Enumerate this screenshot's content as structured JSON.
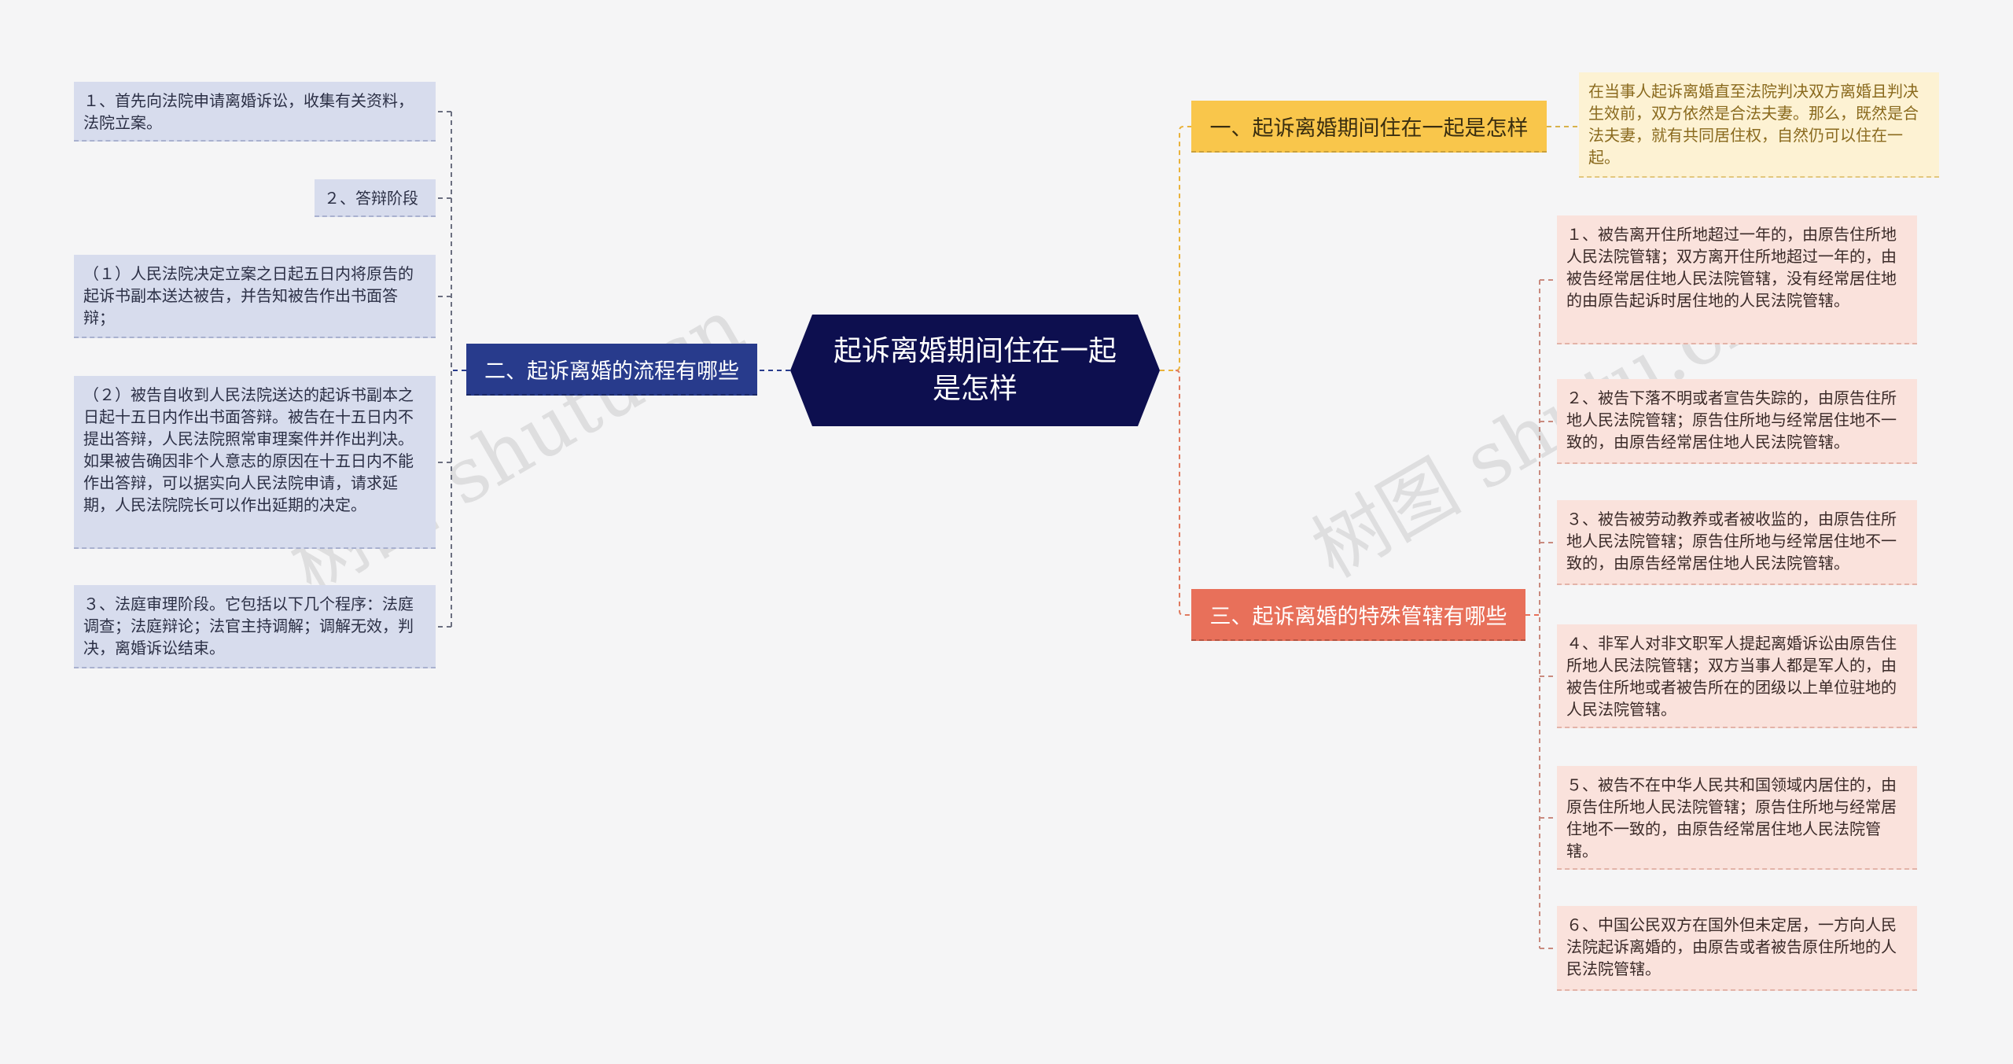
{
  "root": {
    "label": "起诉离婚期间住在一起是怎样"
  },
  "branches": [
    {
      "label": "一、起诉离婚期间住在一起是怎样",
      "color": "#f9c64b",
      "leaves": [
        "在当事人起诉离婚直至法院判决双方离婚且判决生效前，双方依然是合法夫妻。那么，既然是合法夫妻，就有共同居住权，自然仍可以住在一起。"
      ]
    },
    {
      "label": "二、起诉离婚的流程有哪些",
      "color": "#283b8c",
      "leaves": [
        "１、首先向法院申请离婚诉讼，收集有关资料，法院立案。",
        "２、答辩阶段",
        "（１）人民法院决定立案之日起五日内将原告的起诉书副本送达被告，并告知被告作出书面答辩；",
        "（２）被告自收到人民法院送达的起诉书副本之日起十五日内作出书面答辩。被告在十五日内不提出答辩，人民法院照常审理案件并作出判决。如果被告确因非个人意志的原因在十五日内不能作出答辩，可以据实向人民法院申请，请求延期，人民法院院长可以作出延期的决定。",
        "３、法庭审理阶段。它包括以下几个程序：法庭调查；法庭辩论；法官主持调解；调解无效，判决，离婚诉讼结束。"
      ]
    },
    {
      "label": "三、起诉离婚的特殊管辖有哪些",
      "color": "#e8705a",
      "leaves": [
        "１、被告离开住所地超过一年的，由原告住所地人民法院管辖；双方离开住所地超过一年的，由被告经常居住地人民法院管辖，没有经常居住地的由原告起诉时居住地的人民法院管辖。",
        "２、被告下落不明或者宣告失踪的，由原告住所地人民法院管辖；原告住所地与经常居住地不一致的，由原告经常居住地人民法院管辖。",
        "３、被告被劳动教养或者被收监的，由原告住所地人民法院管辖；原告住所地与经常居住地不一致的，由原告经常居住地人民法院管辖。",
        "４、非军人对非文职军人提起离婚诉讼由原告住所地人民法院管辖；双方当事人都是军人的，由被告住所地或者被告所在的团级以上单位驻地的人民法院管辖。",
        "５、被告不在中华人民共和国领域内居住的，由原告住所地人民法院管辖；原告住所地与经常居住地不一致的，由原告经常居住地人民法院管辖。",
        "６、中国公民双方在国外但未定居，一方向人民法院起诉离婚的，由原告或者被告原住所地的人民法院管辖。"
      ]
    }
  ],
  "watermark": "树图 shutu.cn"
}
